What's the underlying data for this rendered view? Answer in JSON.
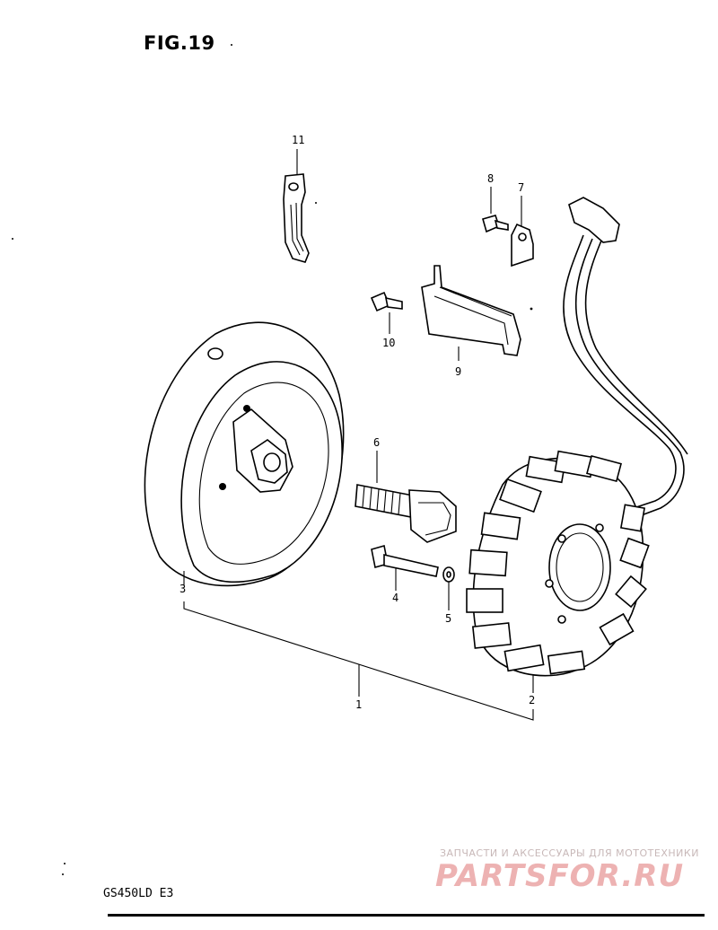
{
  "figure": {
    "title": "FIG.19",
    "model_code": "GS450LD  E3"
  },
  "callouts": {
    "c1": "1",
    "c2": "2",
    "c3": "3",
    "c4": "4",
    "c5": "5",
    "c6": "6",
    "c7": "7",
    "c8": "8",
    "c9": "9",
    "c10": "10",
    "c11": "11"
  },
  "watermark": {
    "tagline": "ЗАПЧАСТИ И АКСЕССУАРЫ ДЛЯ МОТОТЕХНИКИ",
    "logo_text": "PARTSFOR.RU"
  },
  "icons": {
    "rotor": "flywheel-rotor-icon",
    "stator": "stator-coil-icon",
    "bolt": "bolt-icon",
    "washer": "washer-icon",
    "clamp": "clamp-icon",
    "plate": "cover-plate-icon"
  }
}
